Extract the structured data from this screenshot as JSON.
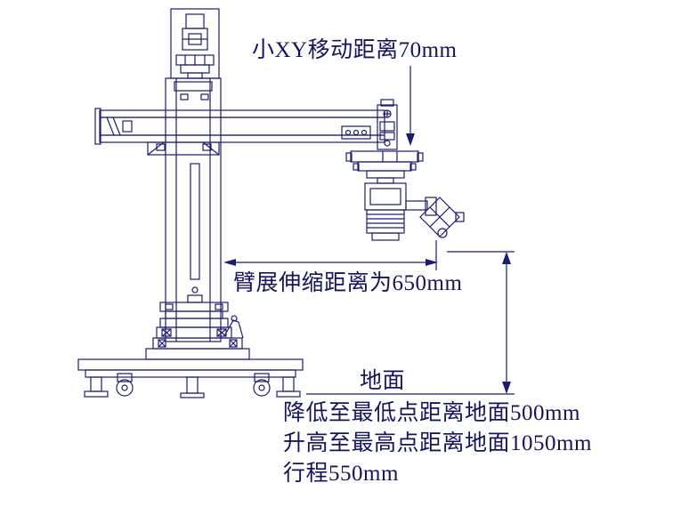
{
  "figure": {
    "background": "#ffffff",
    "ink_color": "#1c1c6e",
    "annotations": {
      "xy_travel": {
        "text": "小XY移动距离70mm",
        "value_mm": 70
      },
      "arm_extension": {
        "text": "臂展伸缩距离为650mm",
        "value_mm": 650
      },
      "ground": {
        "text": "地面"
      },
      "lowest_point": {
        "text": "降低至最低点距离地面500mm",
        "value_mm": 500
      },
      "highest_point": {
        "text": "升高至最高点距离地面1050mm",
        "value_mm": 1050
      },
      "travel_stroke": {
        "text": "行程550mm",
        "value_mm": 550
      }
    }
  }
}
